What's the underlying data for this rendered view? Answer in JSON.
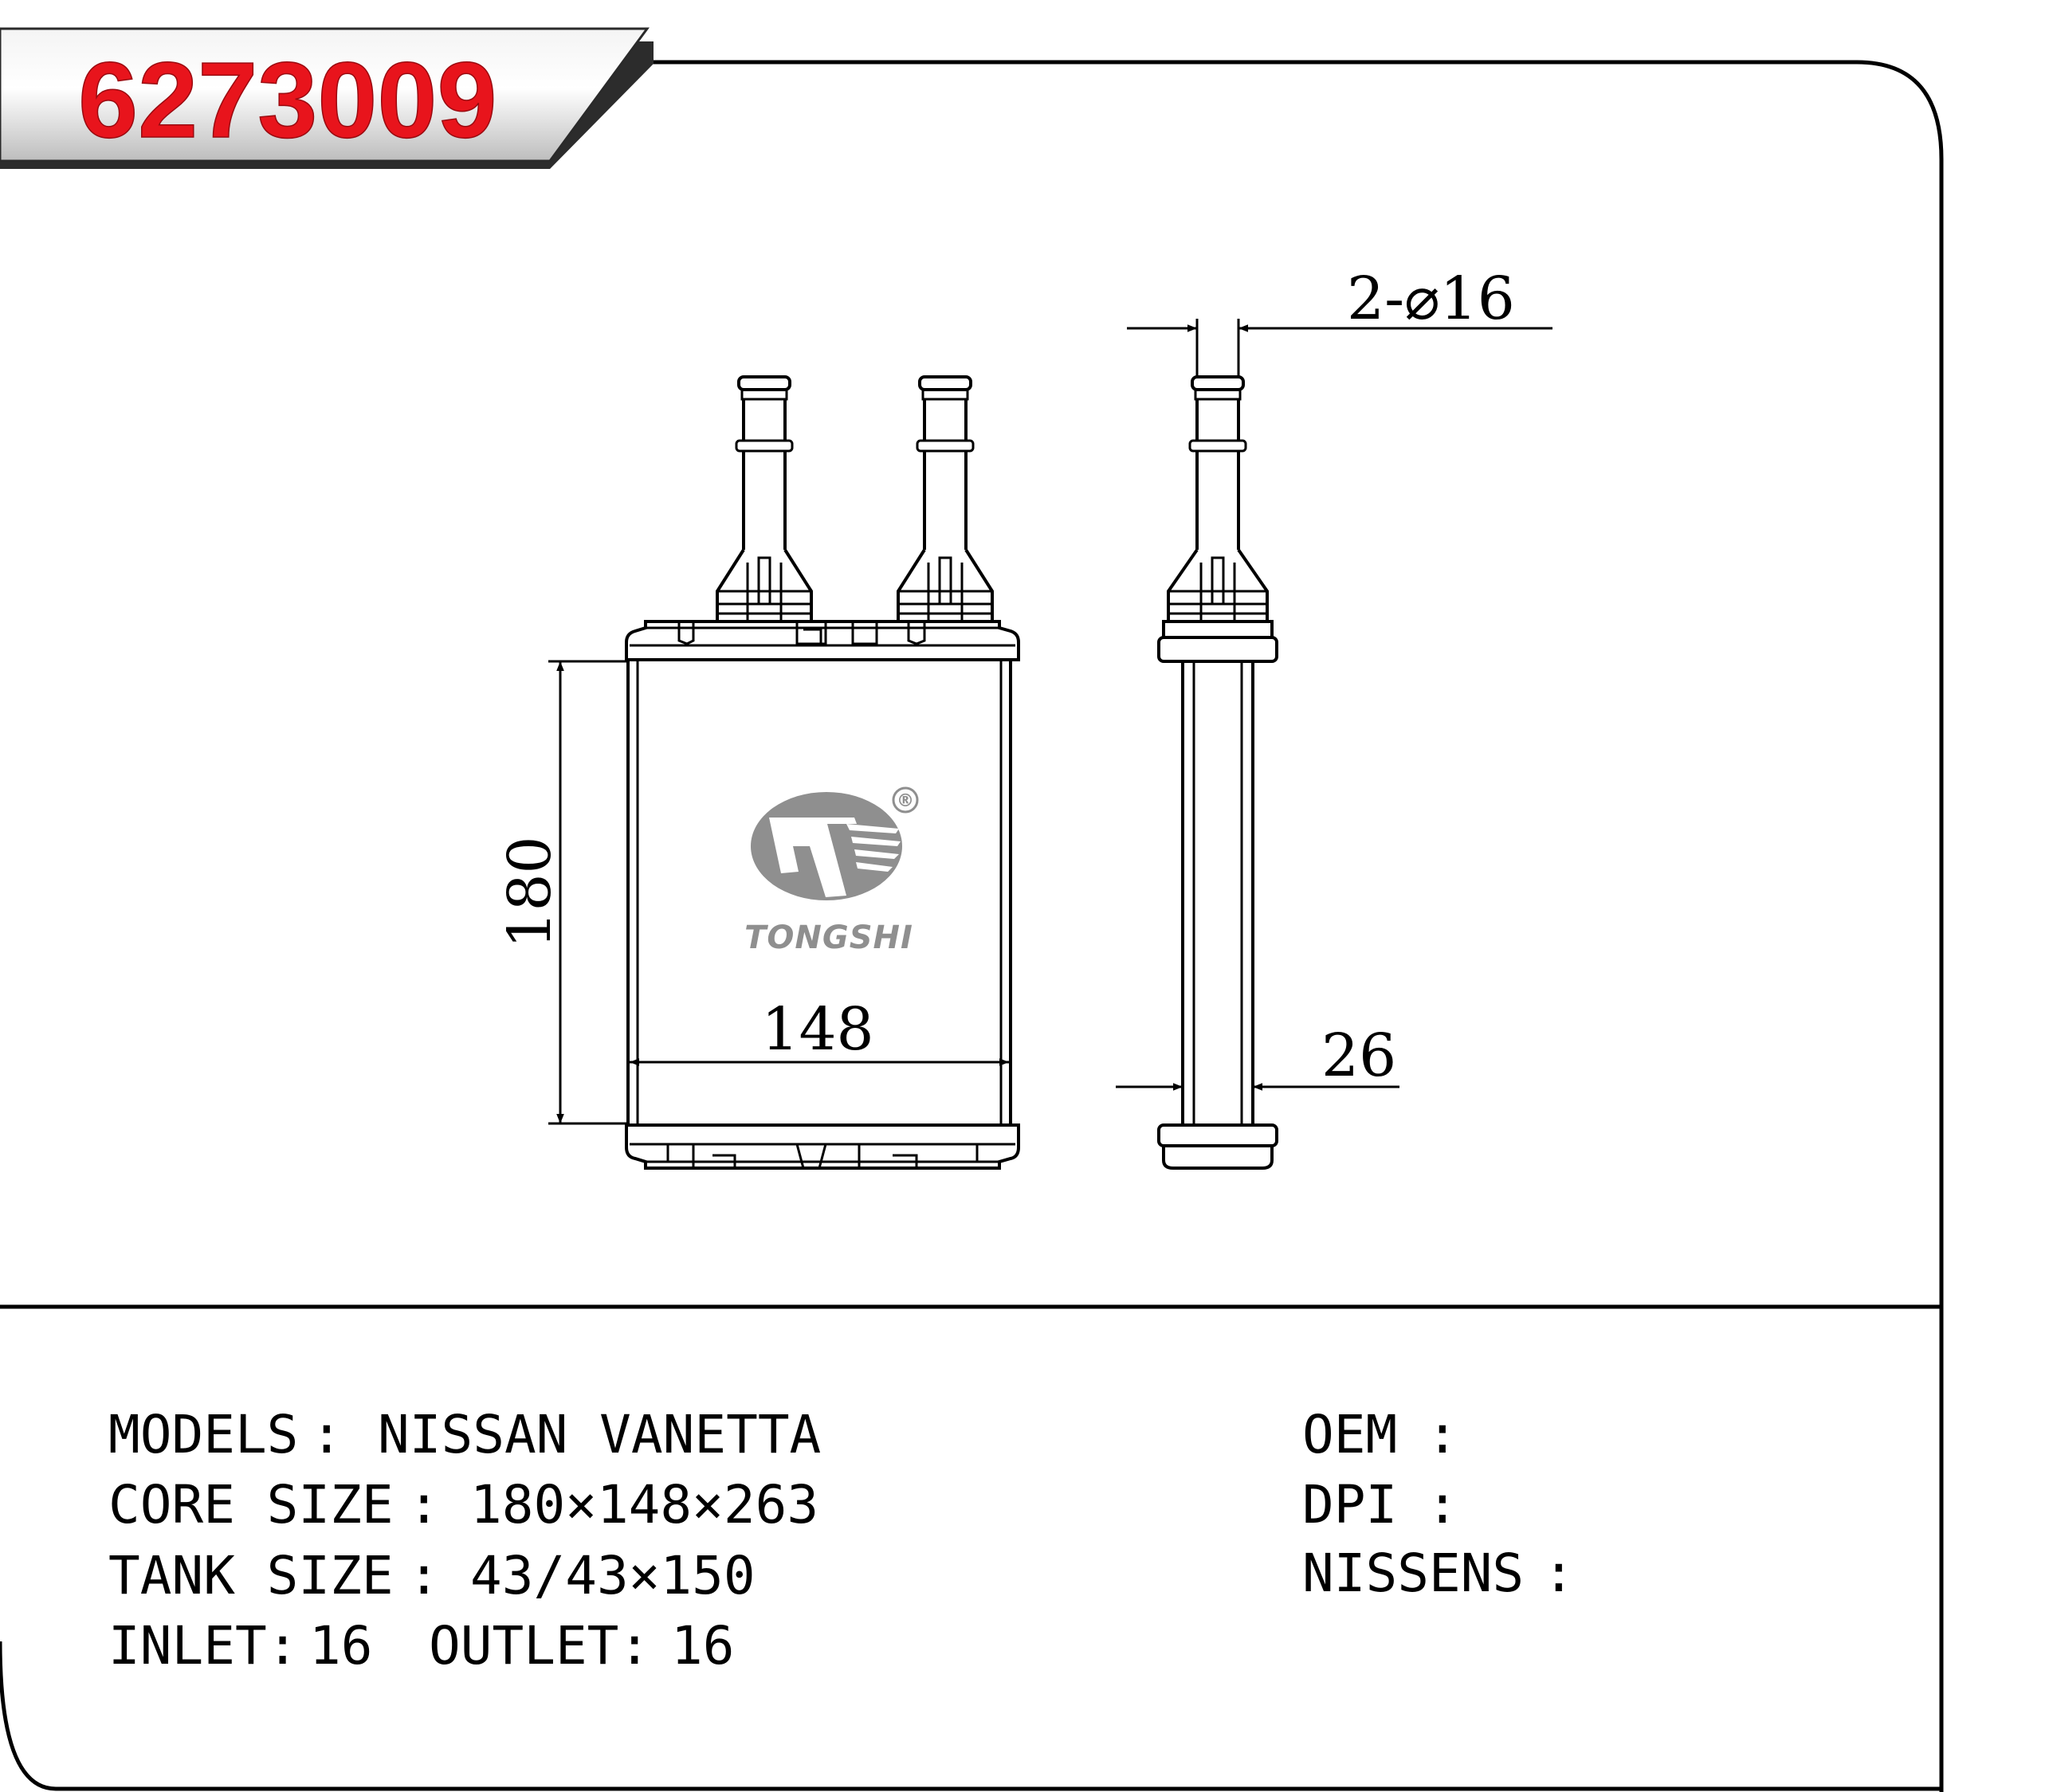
{
  "part_number": "6273009",
  "brand": {
    "name": "TONGSHI",
    "registered_mark": "®"
  },
  "dimensions": {
    "pipe_diameter": "2-⌀16",
    "height": "180",
    "width": "148",
    "depth": "26"
  },
  "specs_left": [
    {
      "label": "MODELS",
      "separator": ":",
      "value": "NISSAN VANETTA"
    },
    {
      "label": "CORE SIZE",
      "separator": ":",
      "value": "180×148×263"
    },
    {
      "label": "TANK SIZE",
      "separator": ":",
      "value": "43/43×150"
    },
    {
      "label": "INLET",
      "separator": ":",
      "value": "16"
    },
    {
      "label": "OUTLET",
      "separator": ":",
      "value": "16"
    }
  ],
  "specs_right": [
    {
      "label": "OEM",
      "separator": ":",
      "value": ""
    },
    {
      "label": "DPI",
      "separator": ":",
      "value": ""
    },
    {
      "label": "NISSENS",
      "separator": ":",
      "value": ""
    }
  ],
  "colors": {
    "part_number": "#e8141c",
    "logo": "#8f8f8f",
    "lines": "#000000"
  }
}
